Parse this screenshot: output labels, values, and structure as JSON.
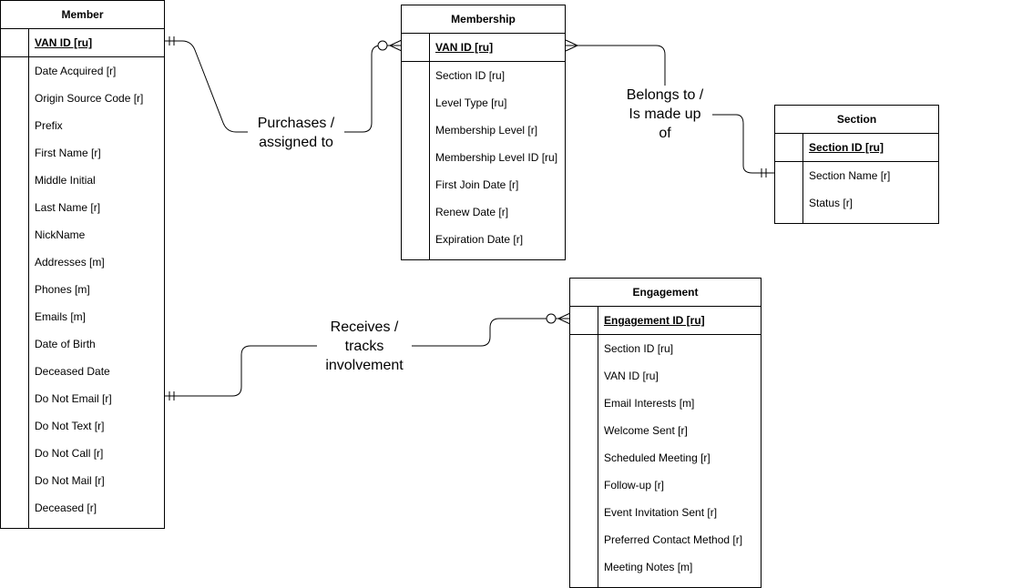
{
  "entities": {
    "member": {
      "title": "Member",
      "pk": "VAN ID [ru]",
      "attributes": [
        "Date Acquired [r]",
        "Origin Source Code [r]",
        "Prefix",
        "First Name [r]",
        "Middle Initial",
        "Last Name [r]",
        "NickName",
        "Addresses [m]",
        "Phones [m]",
        "Emails [m]",
        "Date of Birth",
        "Deceased Date",
        "Do Not Email [r]",
        "Do Not Text [r]",
        "Do Not Call [r]",
        "Do Not Mail [r]",
        "Deceased [r]"
      ]
    },
    "membership": {
      "title": "Membership",
      "pk": "VAN ID [ru]",
      "attributes": [
        "Section ID [ru]",
        "Level Type [ru]",
        "Membership Level [r]",
        "Membership Level ID [ru]",
        "First Join Date [r]",
        "Renew Date [r]",
        "Expiration Date [r]"
      ]
    },
    "section": {
      "title": "Section",
      "pk": "Section ID [ru]",
      "attributes": [
        "Section Name [r]",
        "Status [r]"
      ]
    },
    "engagement": {
      "title": "Engagement",
      "pk": "Engagement ID [ru]",
      "attributes": [
        "Section ID [ru]",
        "VAN ID [ru]",
        "Email Interests [m]",
        "Welcome Sent [r]",
        "Scheduled Meeting [r]",
        "Follow-up [r]",
        "Event Invitation Sent [r]",
        "Preferred Contact Method [r]",
        "Meeting Notes [m]"
      ]
    }
  },
  "relationships": {
    "member_membership": {
      "line1": "Purchases /",
      "line2": "assigned to"
    },
    "membership_section": {
      "line1": "Belongs to /",
      "line2": "Is made up",
      "line3": "of"
    },
    "member_engagement": {
      "line1": "Receives /",
      "line2": "tracks",
      "line3": "involvement"
    }
  },
  "colors": {
    "stroke": "#000000",
    "background": "#ffffff"
  }
}
